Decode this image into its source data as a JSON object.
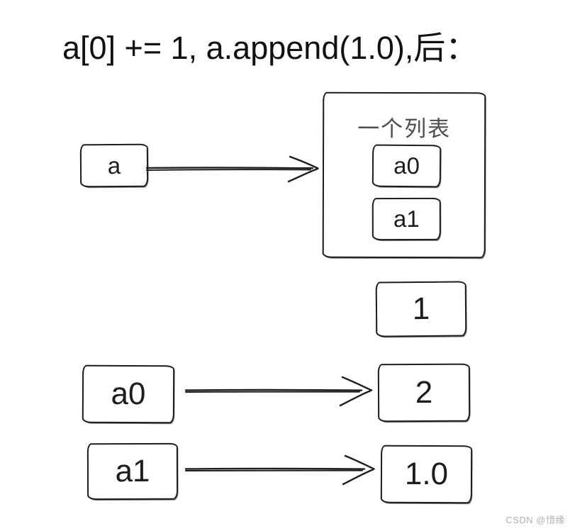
{
  "page": {
    "title_text": "a[0] += 1, a.append(1.0),后："
  },
  "diagram": {
    "variable_a": {
      "label": "a"
    },
    "list_container": {
      "label": "一个列表",
      "items": [
        {
          "label": "a0"
        },
        {
          "label": "a1"
        }
      ]
    },
    "detached_value": {
      "label": "1"
    },
    "reference_rows": [
      {
        "name": {
          "label": "a0"
        },
        "value": {
          "label": "2"
        }
      },
      {
        "name": {
          "label": "a1"
        },
        "value": {
          "label": "1.0"
        }
      }
    ]
  },
  "watermark": {
    "text": "CSDN @惜缘"
  },
  "colors": {
    "ink": "#1d1d1d",
    "list_label": "#4d4d4d",
    "watermark": "#aeb1b4",
    "background": "#ffffff"
  }
}
